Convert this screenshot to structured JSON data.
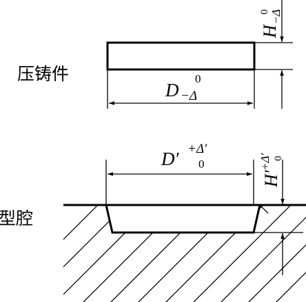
{
  "labels": {
    "casting": "压铸件",
    "cavity": "型腔"
  },
  "casting_dims": {
    "diameter": {
      "symbol": "D",
      "lower": "−Δ",
      "upper": "0"
    },
    "height": {
      "symbol": "H",
      "lower": "−Δ",
      "upper": "0"
    }
  },
  "cavity_dims": {
    "diameter": {
      "symbol": "D′",
      "upper": "+Δ′",
      "lower": "0"
    },
    "height": {
      "symbol": "H′",
      "upper": "+Δ′",
      "lower": "0"
    }
  }
}
